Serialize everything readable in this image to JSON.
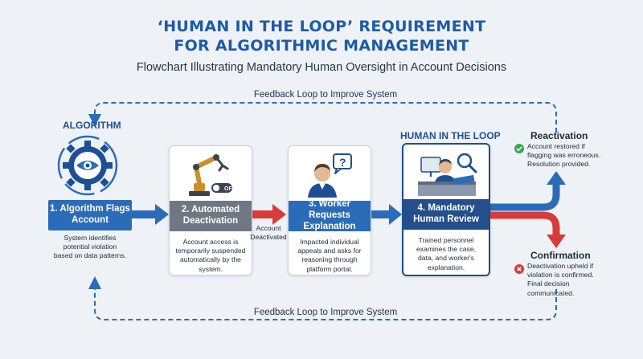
{
  "title_line1": "‘HUMAN IN THE LOOP’ REQUIREMENT",
  "title_line2": "FOR ALGORITHMIC MANAGEMENT",
  "subtitle": "Flowchart Illustrating Mandatory Human Oversight in Account Decisions",
  "feedback_top": "Feedback Loop to Improve System",
  "feedback_bottom": "Feedback Loop to Improve System",
  "algorithm_label": "ALGORITHM",
  "human_loop_label": "HUMAN IN THE LOOP",
  "steps": [
    {
      "title": "1. Algorithm Flags Account",
      "text": "System identifies potential violation based on data patterns.",
      "icon": "gear-eye-icon"
    },
    {
      "title": "2. Automated Deactivation",
      "text": "Account access is temporarily suspended automatically by the system.",
      "icon": "robot-arm-icon",
      "badge": "OFF"
    },
    {
      "title": "3. Worker Requests Explanation",
      "text": "Impacted individual appeals and asks for reasoning through platform portal.",
      "icon": "worker-question-icon"
    },
    {
      "title": "4. Mandatory Human Review",
      "text": "Trained personnel examines the case, data, and worker's explanation.",
      "icon": "human-reviewer-icon"
    }
  ],
  "arrow_label": "Account Deactivated",
  "outcomes": {
    "reactivation": {
      "title": "Reactivation",
      "text": "Account restored if flagging was erroneous. Resolution provided.",
      "icon": "check-circle-icon"
    },
    "confirmation": {
      "title": "Confirmation",
      "text": "Deactivation upheld if violation is confirmed. Final decision communicated.",
      "icon": "x-circle-icon"
    }
  },
  "colors": {
    "primary_blue": "#2b6cb8",
    "navy": "#244f8c",
    "gray": "#6f7782",
    "red": "#d93a3a",
    "green": "#3aa655"
  }
}
